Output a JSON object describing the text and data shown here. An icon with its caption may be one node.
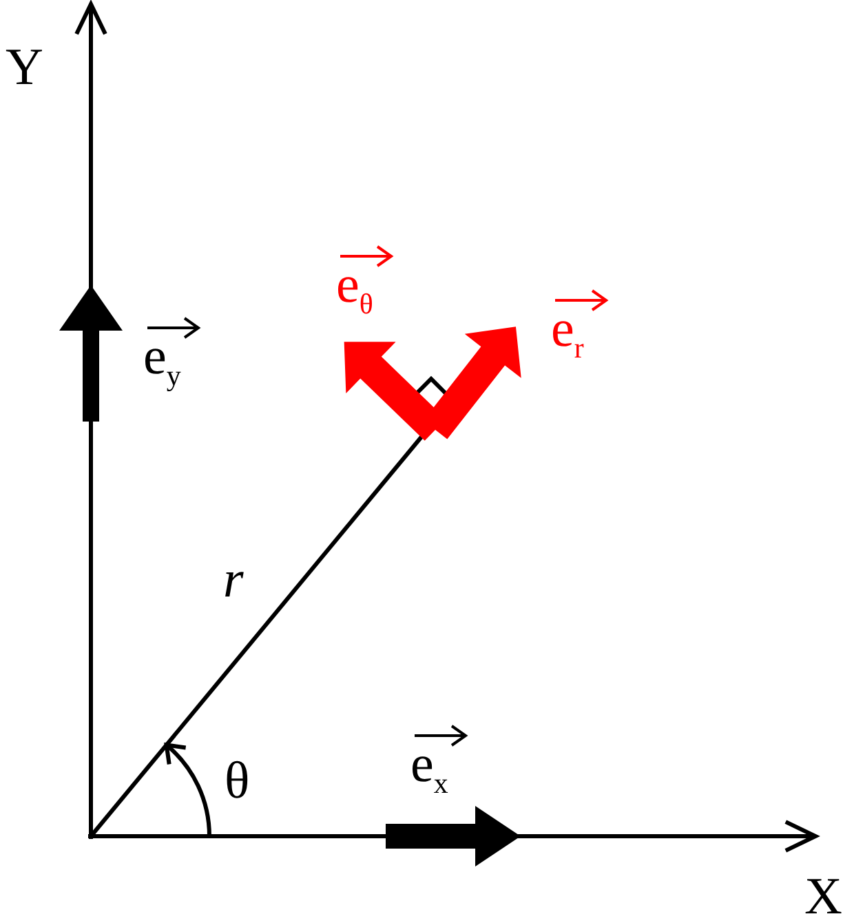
{
  "diagram": {
    "labels": [
      "Y",
      "X",
      "e$_{y}$",
      "e$_{θ}$",
      "e$_{r}$",
      "r",
      "θ",
      "e$_{x}$"
    ]
  }
}
